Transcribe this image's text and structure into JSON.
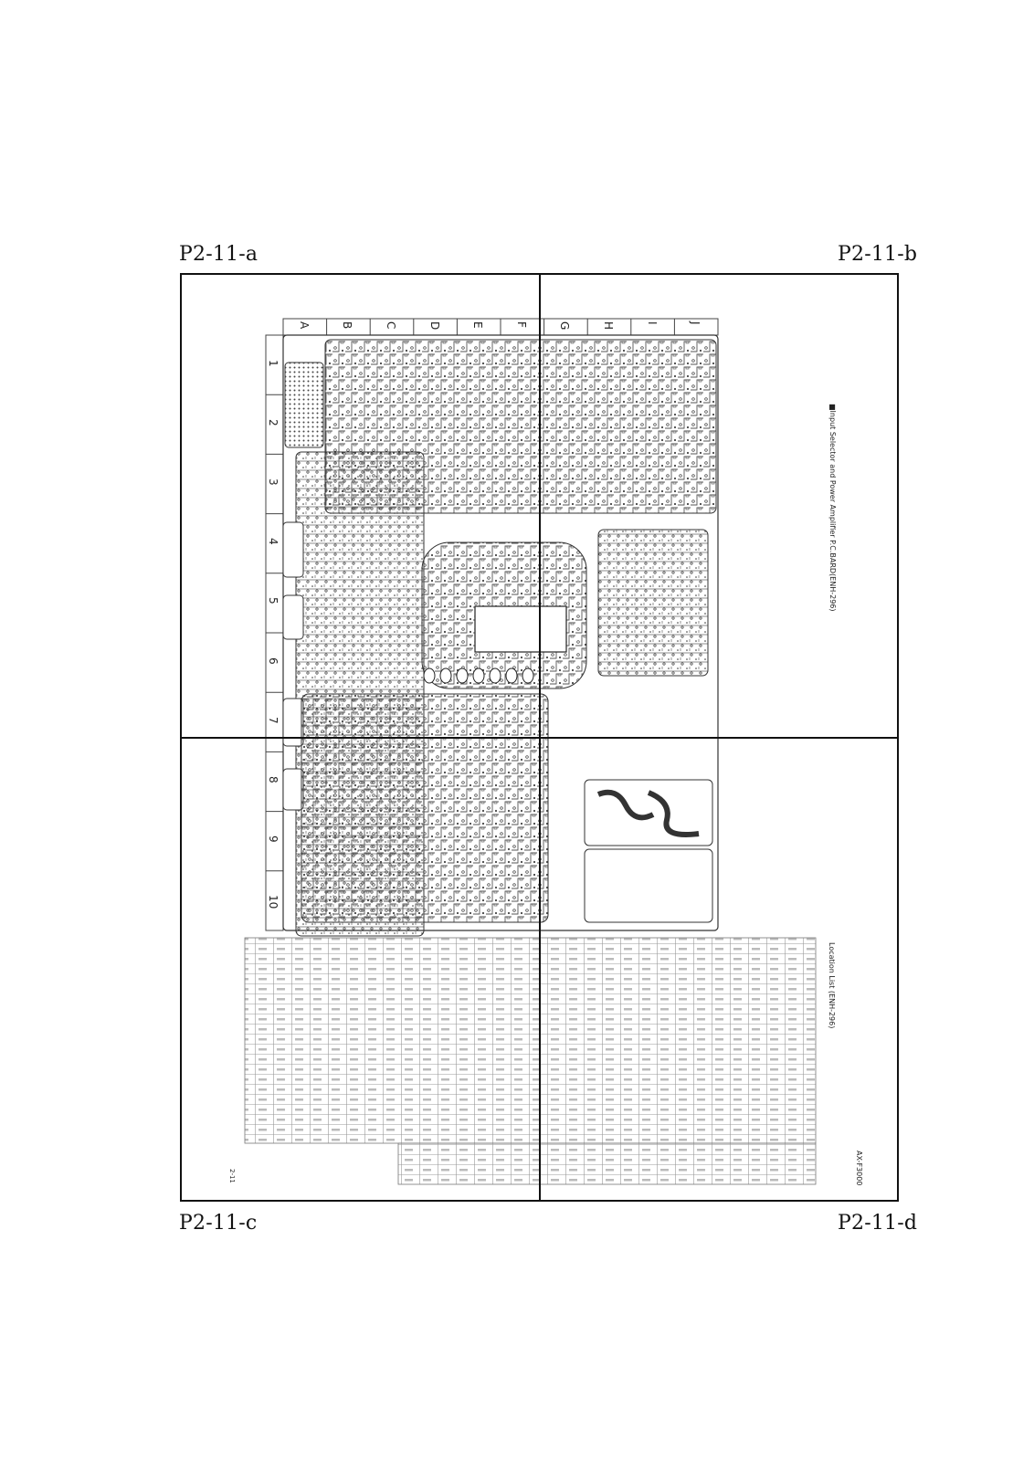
{
  "corner_labels": {
    "top_left": "P2-11-a",
    "top_right": "P2-11-b",
    "bottom_left": "P2-11-c",
    "bottom_right": "P2-11-d"
  },
  "board": {
    "title": "■Input Selector and Power Amplifier P.C.BARD(ENH-296)",
    "column_letters": [
      "A",
      "B",
      "C",
      "D",
      "E",
      "F",
      "G",
      "H",
      "I",
      "J"
    ],
    "row_numbers": [
      "1",
      "2",
      "3",
      "4",
      "5",
      "6",
      "7",
      "8",
      "9",
      "10"
    ]
  },
  "location_list": {
    "title": "Location List (ENH-296)",
    "model": "AX-F3000",
    "page_number": "2-11"
  }
}
